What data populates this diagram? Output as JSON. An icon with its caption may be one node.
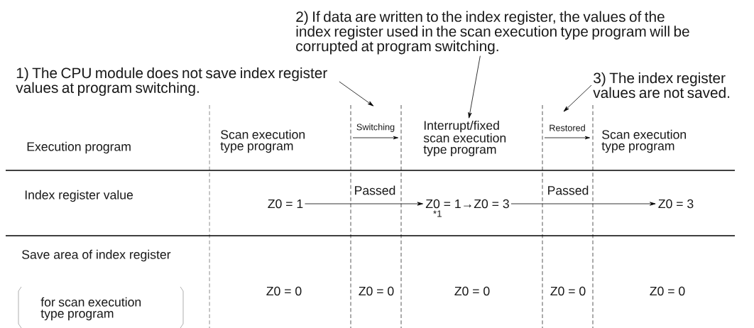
{
  "diagram": {
    "nodes": [
      {
        "text": [
          "1) The CPU module does not save index register values at program switching."
        ]
      },
      {
        "text": [
          "2) If data are written to the index register, the values of the index register used in the scan execution type program will be corrupted at program switching."
        ]
      },
      {
        "text": [
          "Interrupt/fixed scan execution type program"
        ]
      },
      {
        "text": [
          "3) The index register values are not saved."
        ]
      },
      {
        "text": [
          "Z0 = 1"
        ]
      },
      {
        "text": [
          "Z0 = 1→Z0 = 3"
        ],
        "beside": [
          "*1"
        ]
      },
      {
        "text": [
          "Z0 = 3"
        ]
      }
    ],
    "edges": [
      {
        "from": 0,
        "to": null,
        "arrow": "to"
      },
      {
        "from": 1,
        "to": 2,
        "arrow": "to"
      },
      {
        "from": 3,
        "to": null,
        "arrow": "to"
      },
      {
        "from": 4,
        "to": 5,
        "arrow": "to",
        "label": "Passed"
      },
      {
        "from": 5,
        "to": 6,
        "arrow": "to",
        "label": "Passed"
      }
    ],
    "labels": [
      "Execution program",
      "Scan execution type program",
      "Switching",
      "Restored",
      "Scan execution type program",
      "Index register value",
      "Save area of index register",
      "for scan execution type program",
      "Z0 = 0",
      "Z0 = 0",
      "Z0 = 0",
      "Z0 = 0",
      "Z0 = 0"
    ]
  }
}
